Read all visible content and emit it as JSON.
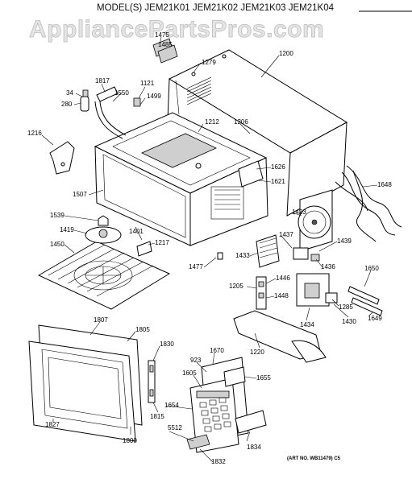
{
  "header": {
    "models": "MODEL(S) JEM21K01   JEM21K02   JEM21K03   JEM21K04"
  },
  "watermark": "AppliancePartsPros.com",
  "art_number": "(ART NO. WB11479)  C5",
  "callouts": {
    "c1475": "1475",
    "c1485": "1485",
    "c1279": "1279",
    "c1200": "1200",
    "c1817": "1817",
    "c34": "34",
    "c1121": "1121",
    "c1550": "1550",
    "c1499": "1499",
    "c280": "280",
    "c1212": "1212",
    "c1206": "1206",
    "c1216": "1216",
    "c1626": "1626",
    "c1621": "1621",
    "c1507": "1507",
    "c1648": "1648",
    "c1539": "1539",
    "c1423": "1423",
    "c1419": "1419",
    "c1401": "1401",
    "c1437": "1437",
    "c1439": "1439",
    "c1217": "1217",
    "c1450": "1450",
    "c1433": "1433",
    "c1477": "1477",
    "c1436": "1436",
    "c1650": "1650",
    "c1446": "1446",
    "c1205": "1205",
    "c1448": "1448",
    "c1285": "1285",
    "c1649": "1649",
    "c1434": "1434",
    "c1430": "1430",
    "c1807": "1807",
    "c1805": "1805",
    "c1220": "1220",
    "c1830": "1830",
    "c1670": "1670",
    "c923": "923",
    "c1605": "1605",
    "c1655": "1655",
    "c1654": "1654",
    "c1815": "1815",
    "c1827": "1827",
    "c5512": "5512",
    "c1800": "1800",
    "c1834": "1834",
    "c1832": "1832"
  }
}
